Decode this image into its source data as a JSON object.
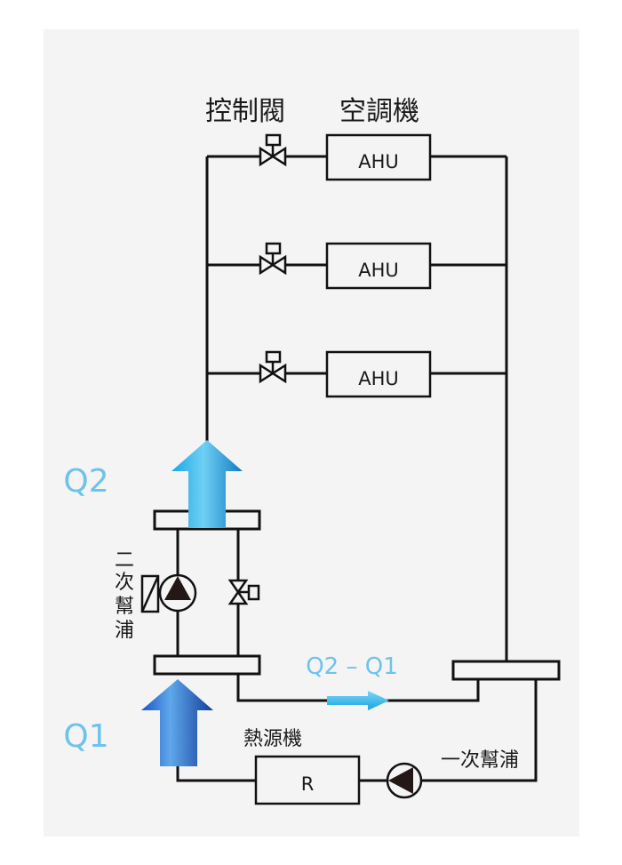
{
  "diagram": {
    "title_valve": "控制閥",
    "title_ahu": "空調機",
    "ahu_units": [
      {
        "label": "AHU"
      },
      {
        "label": "AHU"
      },
      {
        "label": "AHU"
      }
    ],
    "secondary_pump_label": [
      "二",
      "次",
      "幫",
      "浦"
    ],
    "primary_pump_label": "一次幫浦",
    "heat_source_label": "熱源機",
    "heat_source_box": "R",
    "flow_labels": {
      "q2": "Q2",
      "q1": "Q1",
      "bypass": "Q2 – Q1"
    },
    "colors": {
      "line": "#111111",
      "q_label": "#6ec3ea",
      "arrow_q2_light": "#3bb8ea",
      "arrow_q1_dark": "#1a4fb8",
      "background": "#f4f4f4"
    }
  }
}
